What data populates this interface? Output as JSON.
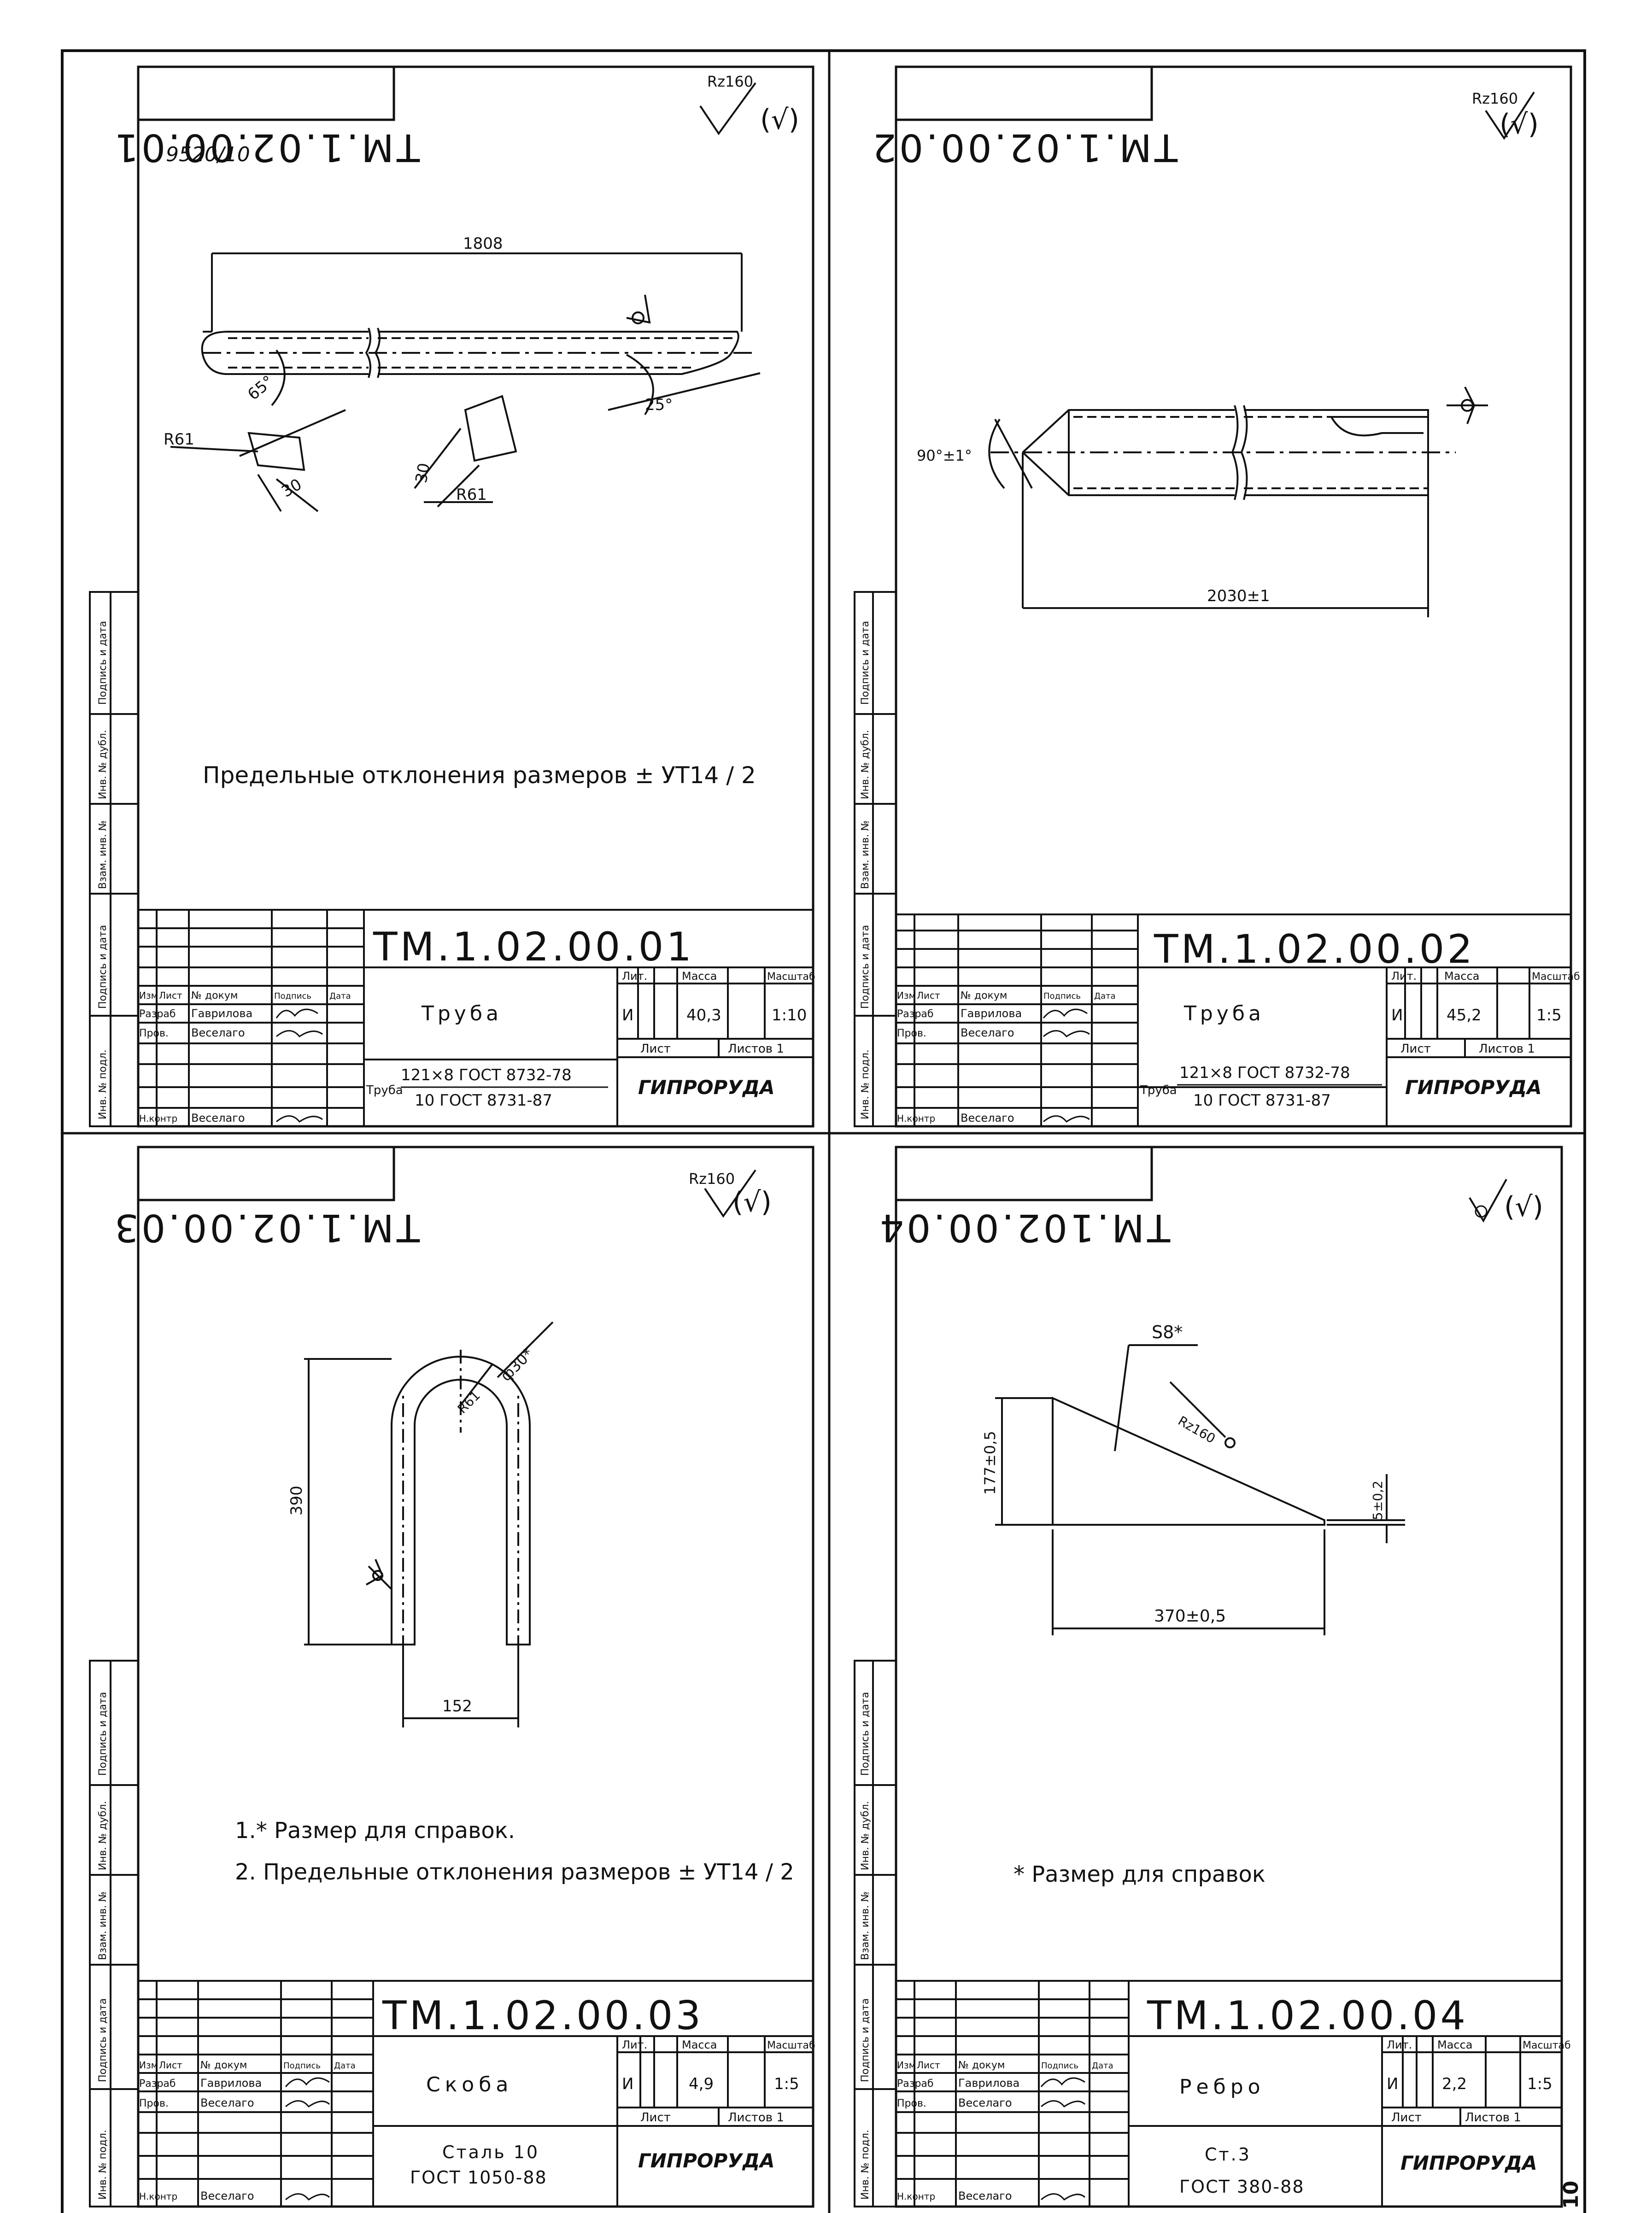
{
  "sheets": [
    {
      "code": "ТМ.1.02.00.01",
      "mirror_code": "ТМ.1.02.00.01",
      "roughness": "Rz160",
      "handnote": "9520/10",
      "dims": {
        "length": "1808",
        "angle1": "65°",
        "angle2": "25°",
        "r_left": "R61",
        "r_right": "R61",
        "d_left": "30",
        "d_right": "30"
      },
      "note": "Предельные отклонения размеров ± УТ14 / 2",
      "name": "Труба",
      "lit": "И",
      "mass": "40,3",
      "scale": "1:10",
      "material_label": "Труба",
      "material_top": "121×8 ГОСТ 8732-78",
      "material_bottom": "10 ГОСТ 8731-87"
    },
    {
      "code": "ТМ.1.02.00.02",
      "mirror_code": "ТМ.1.02.00.02",
      "roughness": "Rz160",
      "dims": {
        "angle": "90°±1°",
        "length": "2030±1"
      },
      "name": "Труба",
      "lit": "И",
      "mass": "45,2",
      "scale": "1:5",
      "material_label": "Труба",
      "material_top": "121×8 ГОСТ 8732-78",
      "material_bottom": "10 ГОСТ 8731-87"
    },
    {
      "code": "ТМ.1.02.00.03",
      "mirror_code": "ТМ.1.02.00.03",
      "roughness": "Rz160",
      "dims": {
        "height": "390",
        "width": "152",
        "diam": "ф30*",
        "radius": "R61"
      },
      "note1": "1.* Размер для справок.",
      "note2": "2. Предельные отклонения размеров ± УТ14 / 2",
      "name": "Скоба",
      "lit": "И",
      "mass": "4,9",
      "scale": "1:5",
      "material_top": "Сталь 10",
      "material_bottom": "ГОСТ 1050-88"
    },
    {
      "code": "ТМ.1.02.00.04",
      "mirror_code": "ТМ.102.00.04",
      "roughness": "",
      "dims": {
        "thick": "S8*",
        "height": "177±0,5",
        "tip": "5±0,2",
        "length": "370±0,5",
        "rough": "Rz160"
      },
      "note": "* Размер для справок",
      "name": "Ребро",
      "lit": "И",
      "mass": "2,2",
      "scale": "1:5",
      "material_top": "Ст.3",
      "material_bottom": "ГОСТ 380-88"
    }
  ],
  "title_block": {
    "header_lit": "Лит.",
    "header_mass": "Масса",
    "header_scale": "Масштаб",
    "sheet_label": "Лист",
    "sheets_label": "Листов 1",
    "company": "ГИПРОРУДА",
    "col_izm": "Изм",
    "col_list": "Лист",
    "col_doc": "№ докум",
    "col_sign": "Подпись",
    "col_date": "Дата",
    "row_dev": "Разраб",
    "dev_name": "Гаврилова",
    "row_check": "Пров.",
    "check_name": "Веселаго",
    "row_nkontr": "Н.контр",
    "nkontr_name": "Веселаго"
  },
  "side_stamp": [
    "Подпись и дата",
    "Инв. № дубл.",
    "Взам. инв. №",
    "Подпись и дата",
    "Инв. № подл."
  ],
  "page_number": "10"
}
